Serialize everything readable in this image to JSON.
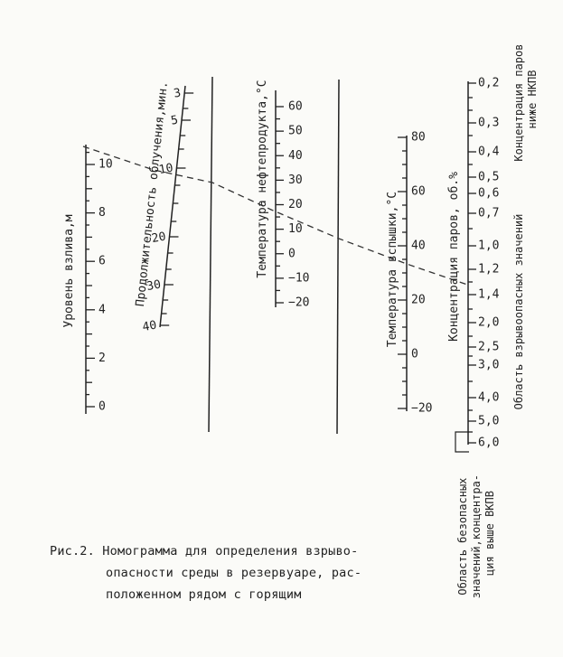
{
  "figure": {
    "caption": [
      "Рис.2. Номограмма для определения взрыво-",
      "опасности среды в резервуаре, рас-",
      "положенном рядом с горящим"
    ]
  },
  "scales": {
    "level": {
      "title": "Уровень взлива,м",
      "ticks": [
        "10",
        "8",
        "6",
        "4",
        "2",
        "0"
      ]
    },
    "duration": {
      "title": "Продолжительность облучения,мин.",
      "ticks": [
        "3",
        "5",
        "10",
        "20",
        "30",
        "40"
      ]
    },
    "product_temp": {
      "title": "Температура нефтепродукта,°С",
      "ticks": [
        "60",
        "50",
        "40",
        "30",
        "20",
        "10",
        "0",
        "−10",
        "−20"
      ]
    },
    "flash_temp": {
      "title": "Температура вспышки,°С",
      "ticks": [
        "80",
        "60",
        "40",
        "20",
        "0",
        "−20"
      ]
    },
    "concentration": {
      "title": "Концентрация паров, об.%",
      "ticks": [
        "0,2",
        "0,3",
        "0,4",
        "0,5",
        "0,6",
        "0,7",
        "1,0",
        "1,2",
        "1,4",
        "2,0",
        "2,5",
        "3,0",
        "4,0",
        "5,0",
        "6,0"
      ]
    }
  },
  "regions": {
    "lower_safe": [
      "Концентрация паров",
      "ниже НКПВ"
    ],
    "explosive": "Область взрывоопасных значений",
    "upper_safe": [
      "Область безопасных",
      "значений,концентра-",
      "ция выше ВКПВ"
    ]
  }
}
